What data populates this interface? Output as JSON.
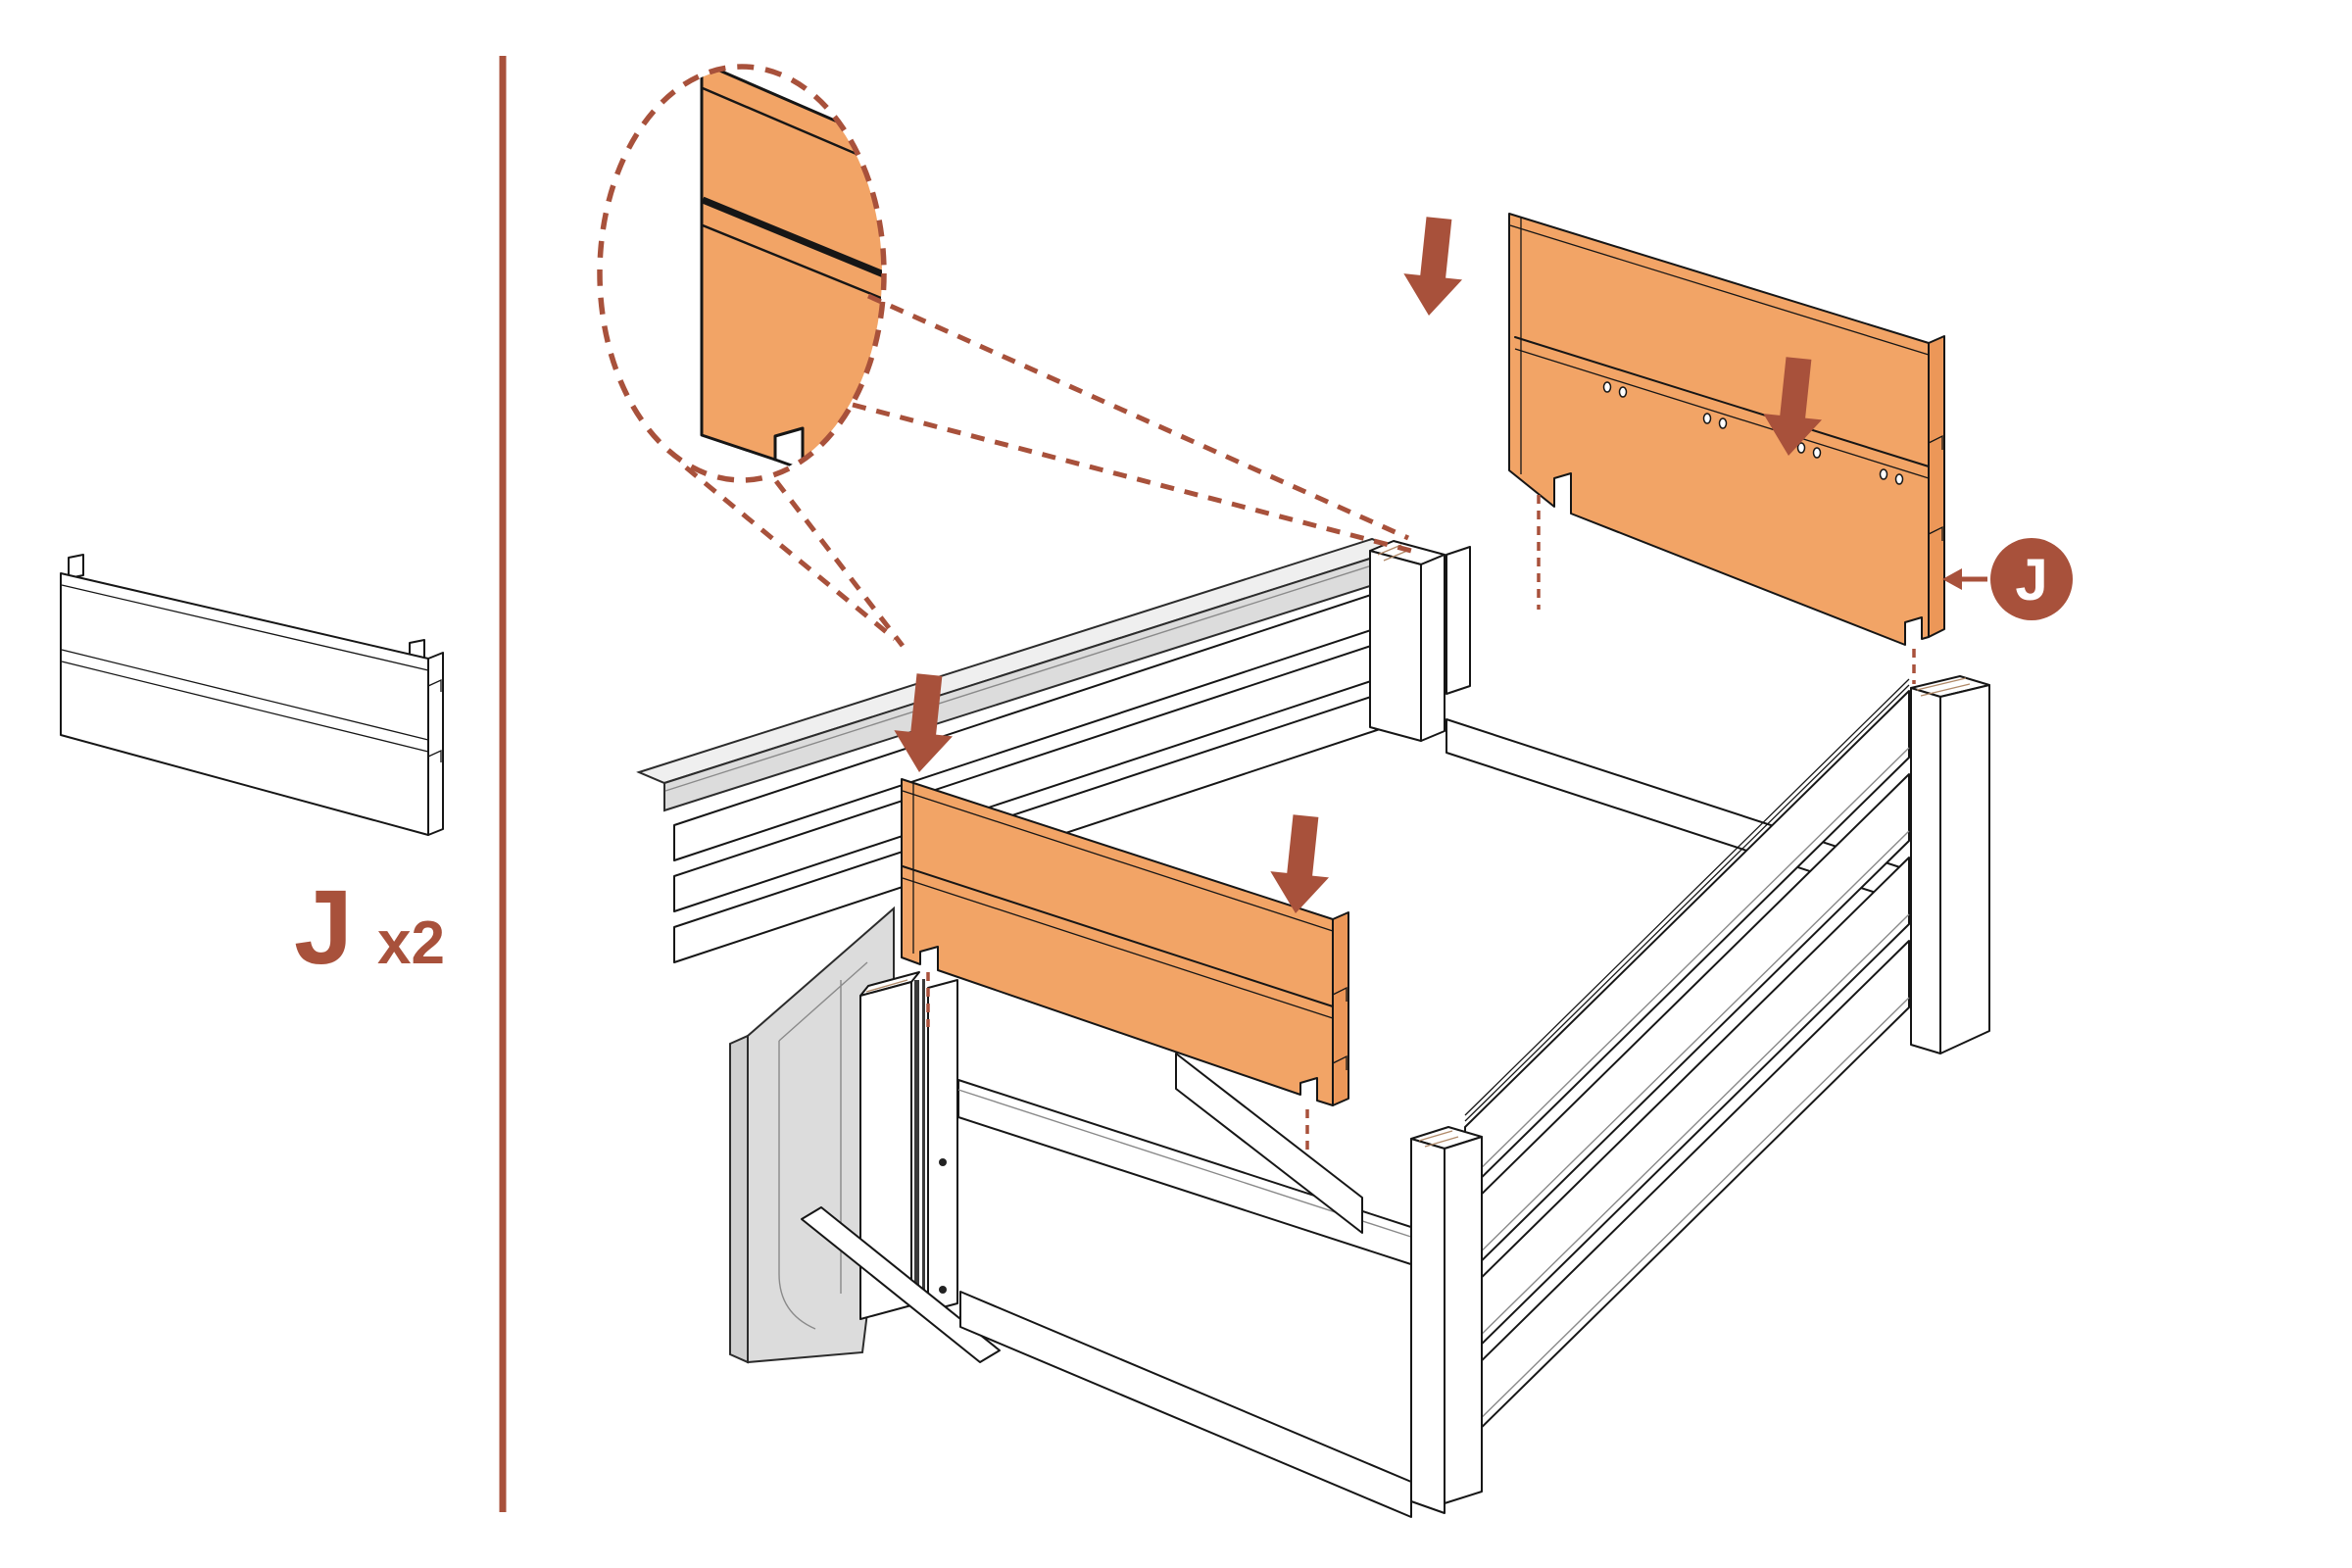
{
  "page": {
    "type": "furniture-assembly-step-diagram",
    "background": "#FFFFFF"
  },
  "palette": {
    "accent": "#A8513B",
    "panel_orange": "#F2A466",
    "panel_orange_side": "#EC9758",
    "outline": "#161616",
    "grey_panel": "#DCDCDC",
    "grey_top": "#EFEFEF",
    "white": "#FFFFFF"
  },
  "sidebar": {
    "part_label": "J",
    "part_quantity": "x2"
  },
  "badge": {
    "label": "J"
  },
  "diagram": {
    "highlighted_panels": 2,
    "down_arrows": 4,
    "planks_per_panel": 2,
    "screw_hole_pairs_visible": 4,
    "magnifier_shows": "panel bottom notch detail"
  }
}
